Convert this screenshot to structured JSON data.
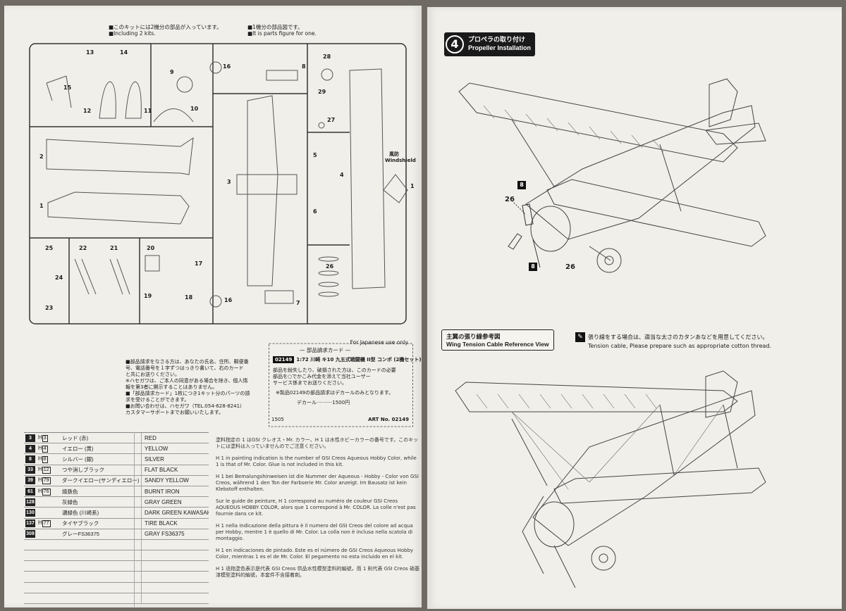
{
  "left_page": {
    "notes": {
      "jp_kits": "■このキットには2機分の部品が入っています。",
      "en_kits": "■Including 2 kits.",
      "jp_one": "■1機分の部品図です。",
      "en_one": "■It is parts figure for one."
    },
    "parts": {
      "p13": "13",
      "p14": "14",
      "p15": "15",
      "p12": "12",
      "p11": "11",
      "p10": "10",
      "p9": "9",
      "p16a": "16",
      "p8": "8",
      "p28": "28",
      "p29": "29",
      "p27": "27",
      "p2": "2",
      "p1a": "1",
      "p3": "3",
      "p5": "5",
      "p4": "4",
      "p6": "6",
      "p1b": "1",
      "windshield_jp": "風防",
      "windshield_en": "Windshield",
      "p25": "25",
      "p22": "22",
      "p21": "21",
      "p20": "20",
      "p17": "17",
      "p24": "24",
      "p23": "23",
      "p19": "19",
      "p18": "18",
      "p16b": "16",
      "p26": "26",
      "p7": "7"
    },
    "order_card": {
      "japan_only": "For Japanese use only.",
      "title": "— 部品請求カード —",
      "code": "02149",
      "kit_name": "1:72 川崎 キ10 九五式戦闘機 II型 コンボ (2機セット)",
      "line1": "部品を紛失したり、破損された方は、このカードの必要",
      "line2": "部品を○でかこみ代金を添えて当社ユーザー",
      "line3": "サービス係までお送りください。",
      "decal_note": "※製品02149の部品請求はデカールのみとなります。",
      "decal_price": "デカール··········1500円",
      "art_no": "ART No. 02149",
      "num": "1505"
    },
    "order_instructions": [
      "■部品請求をなさる方は、あなたの氏名、住所、郵便番",
      "号、電話番号を１字ずつはっきり書いて、右のカード",
      "と共にお送りください。",
      "※ハセガワは、ご本人の同意がある場合を除き、個人情",
      "報を第3者に開示することはありません。",
      "■「部品請求カード」1枚につき1キット分のパーツの請",
      "求を受けることができます。",
      "■お問い合わせは、ハセガワ（TEL.054-628-8241）",
      "カスタマーサポートまでお願いいたします。"
    ],
    "color_table": [
      {
        "code": "3",
        "h": "3",
        "jp": "レッド (赤)",
        "en": "RED"
      },
      {
        "code": "4",
        "h": "4",
        "jp": "イエロー (黄)",
        "en": "YELLOW"
      },
      {
        "code": "8",
        "h": "8",
        "jp": "シルバー (銀)",
        "en": "SILVER"
      },
      {
        "code": "33",
        "h": "12",
        "jp": "つや消しブラック",
        "en": "FLAT BLACK"
      },
      {
        "code": "39",
        "h": "79",
        "jp": "ダークイエロー(サンディエロー)",
        "en": "SANDY YELLOW"
      },
      {
        "code": "61",
        "h": "76",
        "jp": "焼鉄色",
        "en": "BURNT IRON"
      },
      {
        "code": "128",
        "h": "",
        "jp": "灰緑色",
        "en": "GRAY GREEN"
      },
      {
        "code": "130",
        "h": "",
        "jp": "濃緑色 (川崎系)",
        "en": "DARK GREEN KAWASAKI"
      },
      {
        "code": "137",
        "h": "77",
        "jp": "タイヤブラック",
        "en": "TIRE BLACK"
      },
      {
        "code": "308",
        "h": "",
        "jp": "グレーFS36375",
        "en": "GRAY FS36375"
      },
      {
        "code": "",
        "h": "",
        "jp": "",
        "en": ""
      },
      {
        "code": "",
        "h": "",
        "jp": "",
        "en": ""
      },
      {
        "code": "",
        "h": "",
        "jp": "",
        "en": ""
      },
      {
        "code": "",
        "h": "",
        "jp": "",
        "en": ""
      },
      {
        "code": "",
        "h": "",
        "jp": "",
        "en": ""
      },
      {
        "code": "",
        "h": "",
        "jp": "",
        "en": ""
      }
    ],
    "paint_notes": [
      "塗料指定の 1 はGSI クレオス・Mr. カラー、H 1 は水性ホビーカラーの番号です。このキットには塗料は入っていませんのでご注意ください。",
      "H 1 in painting indication is the number of GSI Creos Aqueous Hobby Color, while 1 is that of Mr. Color. Glue is not included in this kit.",
      "H 1 bei Bemalungshinweisen ist die Nummer der Aqueous - Hobby - Color von GSI Creos, während 1 den Ton der Farbserie Mr. Color anzeigt. Im Bausatz ist kein Klebstoff enthalten.",
      "Sur le guide de peinture, H 1 correspond au numéro de couleur GSI Creos AQUEOUS HOBBY COLOR, alors que 1 correspond à Mr. COLOR. La colle n'est pas fournie dans ce kit.",
      "H 1 nella indicazione della pittura è il numero del GSI Creos del colore ad acqua per Hobby, mentre 1 è quello di Mr. Color. La colla non è inclusa nella scatola di montaggio.",
      "H 1 en indicaciones de pintado. Este es el número de GSI Creos Aqueous Hobby Color, mientras 1 es el de Mr. Color. El pegamento no esta incluido en el kit.",
      "H 1 适指塗色表示是代表 GSI Creos 供品水性模型塗料的編號，而 1 則代表 GSI Creos 硝基漆模型塗料的編號，本套件不含接着剤。"
    ]
  },
  "right_page": {
    "step4": {
      "num": "4",
      "title_jp": "プロペラの取り付け",
      "title_en": "Propeller Installation",
      "parts": {
        "a8": "8",
        "a26": "26",
        "b8": "8",
        "b26": "26"
      }
    },
    "wing_ref": {
      "title_jp": "主翼の張り線参考図",
      "title_en": "Wing Tension Cable Reference View"
    },
    "cable_note": {
      "icon": "✎",
      "jp": "張り線をする場合は、適当な太さのカタンあなどを用意してください。",
      "en": "Tension cable, Please prepare such as appropriate cotton thread."
    }
  }
}
